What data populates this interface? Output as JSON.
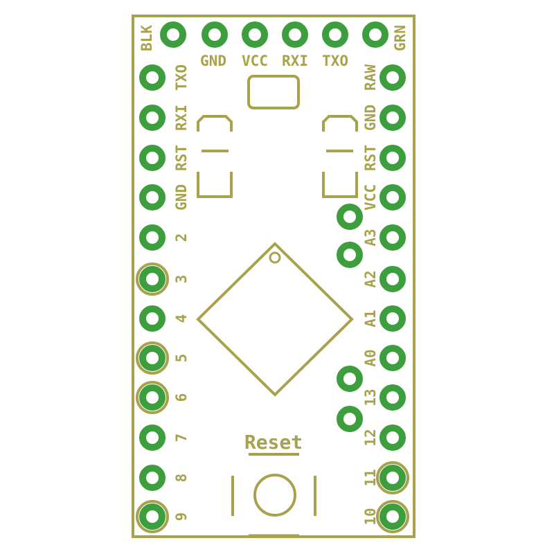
{
  "board": {
    "top_corner_labels": {
      "left": "BLK",
      "right": "GRN"
    },
    "ftdi_labels": [
      "GND",
      "VCC",
      "RXI",
      "TXO"
    ],
    "left_labels": [
      "TXO",
      "RXI",
      "RST",
      "GND",
      "2",
      "3",
      "4",
      "5",
      "6",
      "7",
      "8",
      "9"
    ],
    "right_labels": [
      "RAW",
      "GND",
      "RST",
      "VCC",
      "A3",
      "A2",
      "A1",
      "A0",
      "13",
      "12",
      "11",
      "10"
    ],
    "reset_label": "Reset",
    "left_highlighted": [
      5,
      7,
      8,
      11
    ],
    "right_highlighted": [
      10,
      11
    ]
  },
  "colors": {
    "silkscreen": "#a9a24c",
    "pad": "#3c9e3c"
  }
}
